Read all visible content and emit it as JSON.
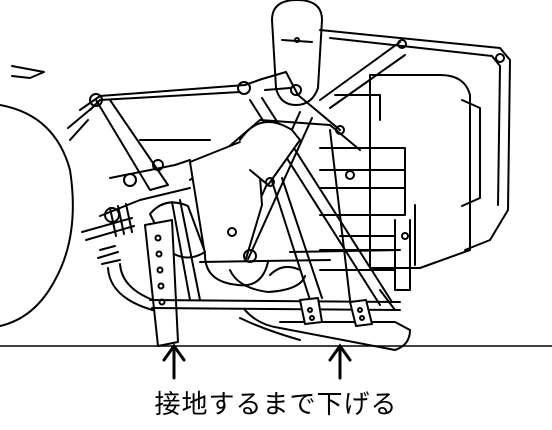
{
  "figure": {
    "subject": "machine-side-view-line-drawing",
    "caption": "接地するまで下げる",
    "arrows": [
      "left-arrow-up",
      "right-arrow-up"
    ],
    "colors": {
      "ink": "#000000",
      "background": "#ffffff",
      "fill": "#ffffff"
    }
  }
}
